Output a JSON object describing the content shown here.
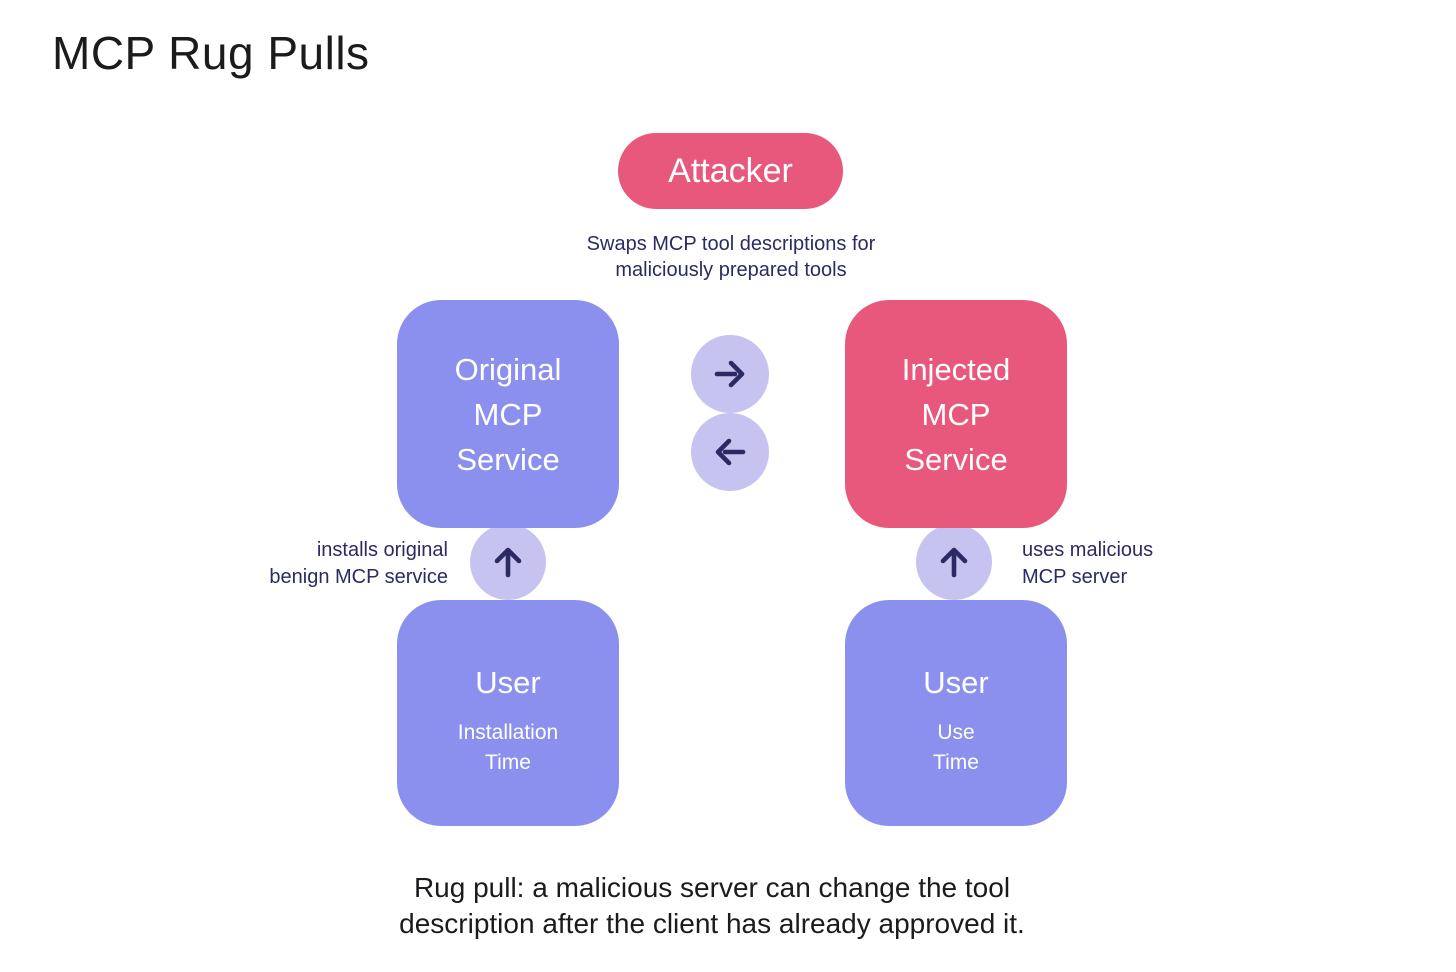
{
  "title": "MCP Rug Pulls",
  "colors": {
    "pink": "#e8587c",
    "purple": "#8b90ee",
    "light_purple": "#c7c3f1",
    "navy": "#2b2b63",
    "ink": "#1b1b1e"
  },
  "attacker": {
    "label": "Attacker",
    "note_line1": "Swaps MCP tool descriptions for",
    "note_line2": "maliciously prepared tools"
  },
  "exchange": {
    "to_injected_icon": "right-arrow",
    "to_original_icon": "left-arrow"
  },
  "installation_flow": {
    "service_line1": "Original",
    "service_line2": "MCP",
    "service_line3": "Service",
    "annotation_line1": "installs original",
    "annotation_line2": "benign MCP service",
    "arrow_icon": "up-arrow",
    "user_label": "User",
    "time_line1": "Installation",
    "time_line2": "Time"
  },
  "use_flow": {
    "service_line1": "Injected",
    "service_line2": "MCP",
    "service_line3": "Service",
    "annotation_line1": "uses malicious",
    "annotation_line2": "MCP server",
    "arrow_icon": "up-arrow",
    "user_label": "User",
    "time_line1": "Use",
    "time_line2": "Time"
  },
  "caption_line1": "Rug pull: a malicious server can change the tool",
  "caption_line2": "description after the client has already approved it."
}
